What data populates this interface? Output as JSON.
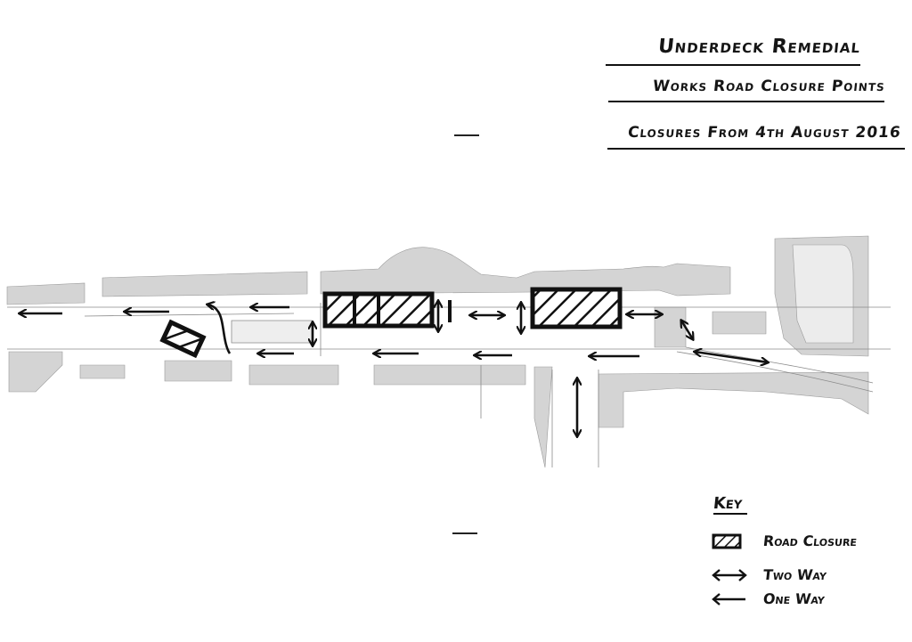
{
  "title": {
    "line1": "Underdeck Remedial",
    "line2": "Works Road Closure Points",
    "line3": "Closures From 4th August 2016"
  },
  "key": {
    "heading": "Key",
    "items": [
      {
        "symbol": "hatched-box-icon",
        "label": "Road Closure"
      },
      {
        "symbol": "two-way-arrow-icon",
        "label": "Two Way"
      },
      {
        "symbol": "one-way-arrow-icon",
        "label": "One Way"
      }
    ]
  },
  "colors": {
    "ink": "#111111",
    "building": "#d2d2d2",
    "road": "#f4f4f4"
  }
}
